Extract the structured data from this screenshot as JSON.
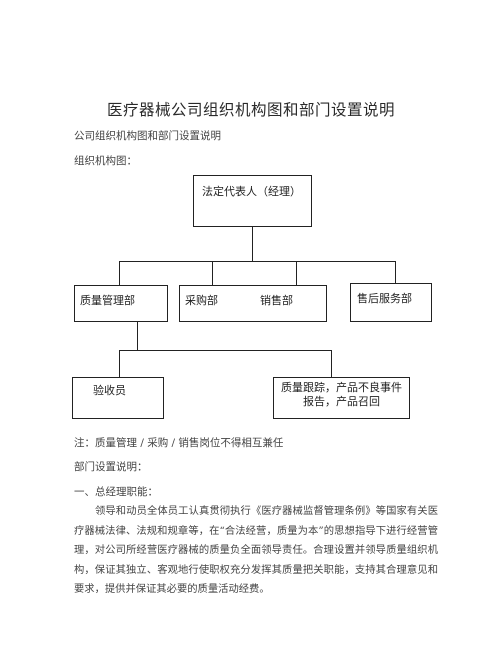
{
  "document": {
    "title": "医疗器械公司组织机构图和部门设置说明",
    "subtitle": "公司组织机构图和部门设置说明",
    "chart_label": "组织机构图：",
    "org_chart": {
      "root": "法定代表人（经理）",
      "departments": [
        "质量管理部",
        "采购部",
        "销售部",
        "售后服务部"
      ],
      "sub_units": [
        "验收员",
        "质量跟踪，产品不良事件报告，产品召回"
      ]
    },
    "note": "注：质量管理 / 采购 / 销售岗位不得相互兼任",
    "section_label": "部门设置说明：",
    "section1_heading": "一、总经理职能：",
    "section1_body": "领导和动员全体员工认真贯彻执行《医疗器械监督管理条例》等国家有关医疗器械法律、法规和规章等，在“合法经营，质量为本”的思想指导下进行经营管理，对公司所经营医疗器械的质量负全面领导责任。合理设置并领导质量组织机构，保证其独立、客观地行使职权充分发挥其质量把关职能，支持其合理意见和要求，提供并保证其必要的质量活动经费。"
  }
}
